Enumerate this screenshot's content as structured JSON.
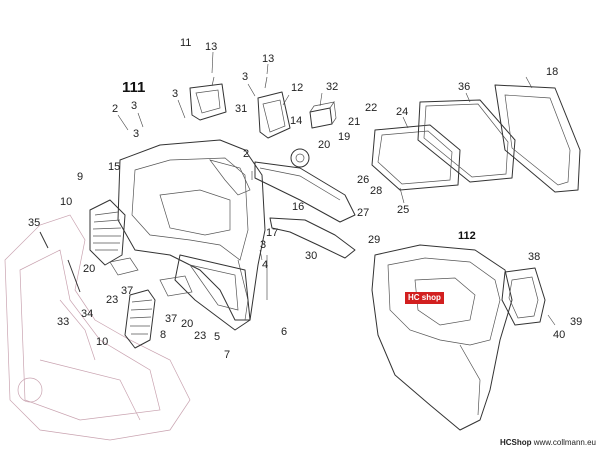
{
  "diagram": {
    "groups": [
      {
        "id": "111",
        "label": "111"
      },
      {
        "id": "112",
        "label": "112"
      }
    ],
    "callouts": [
      "2",
      "3",
      "3",
      "3",
      "2",
      "3",
      "3",
      "4",
      "5",
      "6",
      "7",
      "8",
      "9",
      "10",
      "10",
      "11",
      "12",
      "13",
      "13",
      "14",
      "15",
      "16",
      "17",
      "18",
      "19",
      "20",
      "20",
      "20",
      "21",
      "22",
      "23",
      "23",
      "24",
      "25",
      "26",
      "27",
      "28",
      "29",
      "30",
      "31",
      "32",
      "33",
      "34",
      "35",
      "36",
      "37",
      "37",
      "38",
      "39",
      "40"
    ],
    "badge": "HC shop",
    "footer": {
      "shop": "HCShop",
      "url": "www.collmann.eu"
    }
  }
}
